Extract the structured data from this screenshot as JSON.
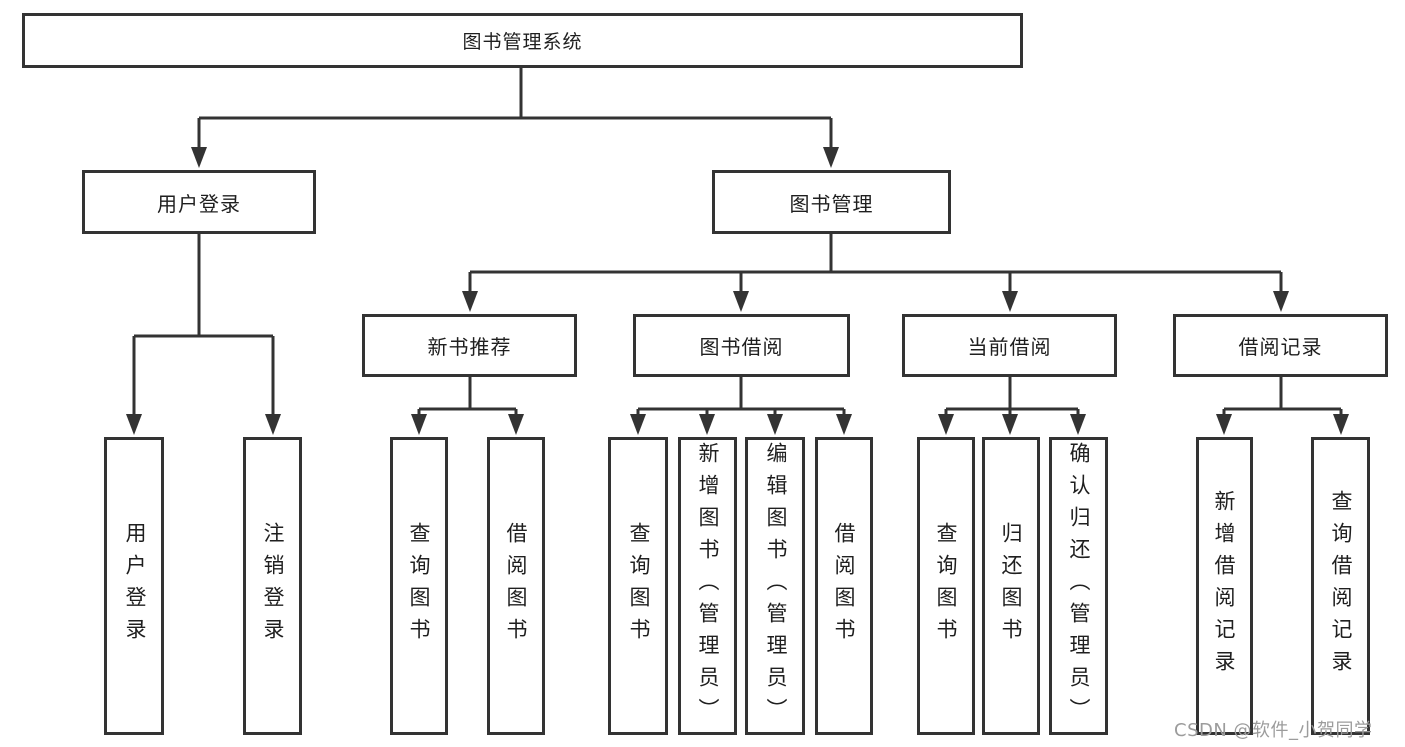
{
  "diagram": {
    "root": {
      "label": "图书管理系统"
    },
    "level2": [
      {
        "label": "用户登录",
        "children": [
          {
            "label": "用户登录"
          },
          {
            "label": "注销登录"
          }
        ]
      },
      {
        "label": "图书管理",
        "children": [
          {
            "label": "新书推荐",
            "children": [
              {
                "label": "查询图书"
              },
              {
                "label": "借阅图书"
              }
            ]
          },
          {
            "label": "图书借阅",
            "children": [
              {
                "label": "查询图书"
              },
              {
                "label": "新增图书（管理员）"
              },
              {
                "label": "编辑图书（管理员）"
              },
              {
                "label": "借阅图书"
              }
            ]
          },
          {
            "label": "当前借阅",
            "children": [
              {
                "label": "查询图书"
              },
              {
                "label": "归还图书"
              },
              {
                "label": "确认归还（管理员）"
              }
            ]
          },
          {
            "label": "借阅记录",
            "children": [
              {
                "label": "新增借阅记录"
              },
              {
                "label": "查询借阅记录"
              }
            ]
          }
        ]
      }
    ]
  },
  "watermark": {
    "text": "CSDN @软件_小贺同学"
  },
  "colors": {
    "line": "#333333",
    "box_border": "#333333",
    "text": "#1f1f1f",
    "watermark": "#9c9c9c",
    "background": "#ffffff"
  }
}
